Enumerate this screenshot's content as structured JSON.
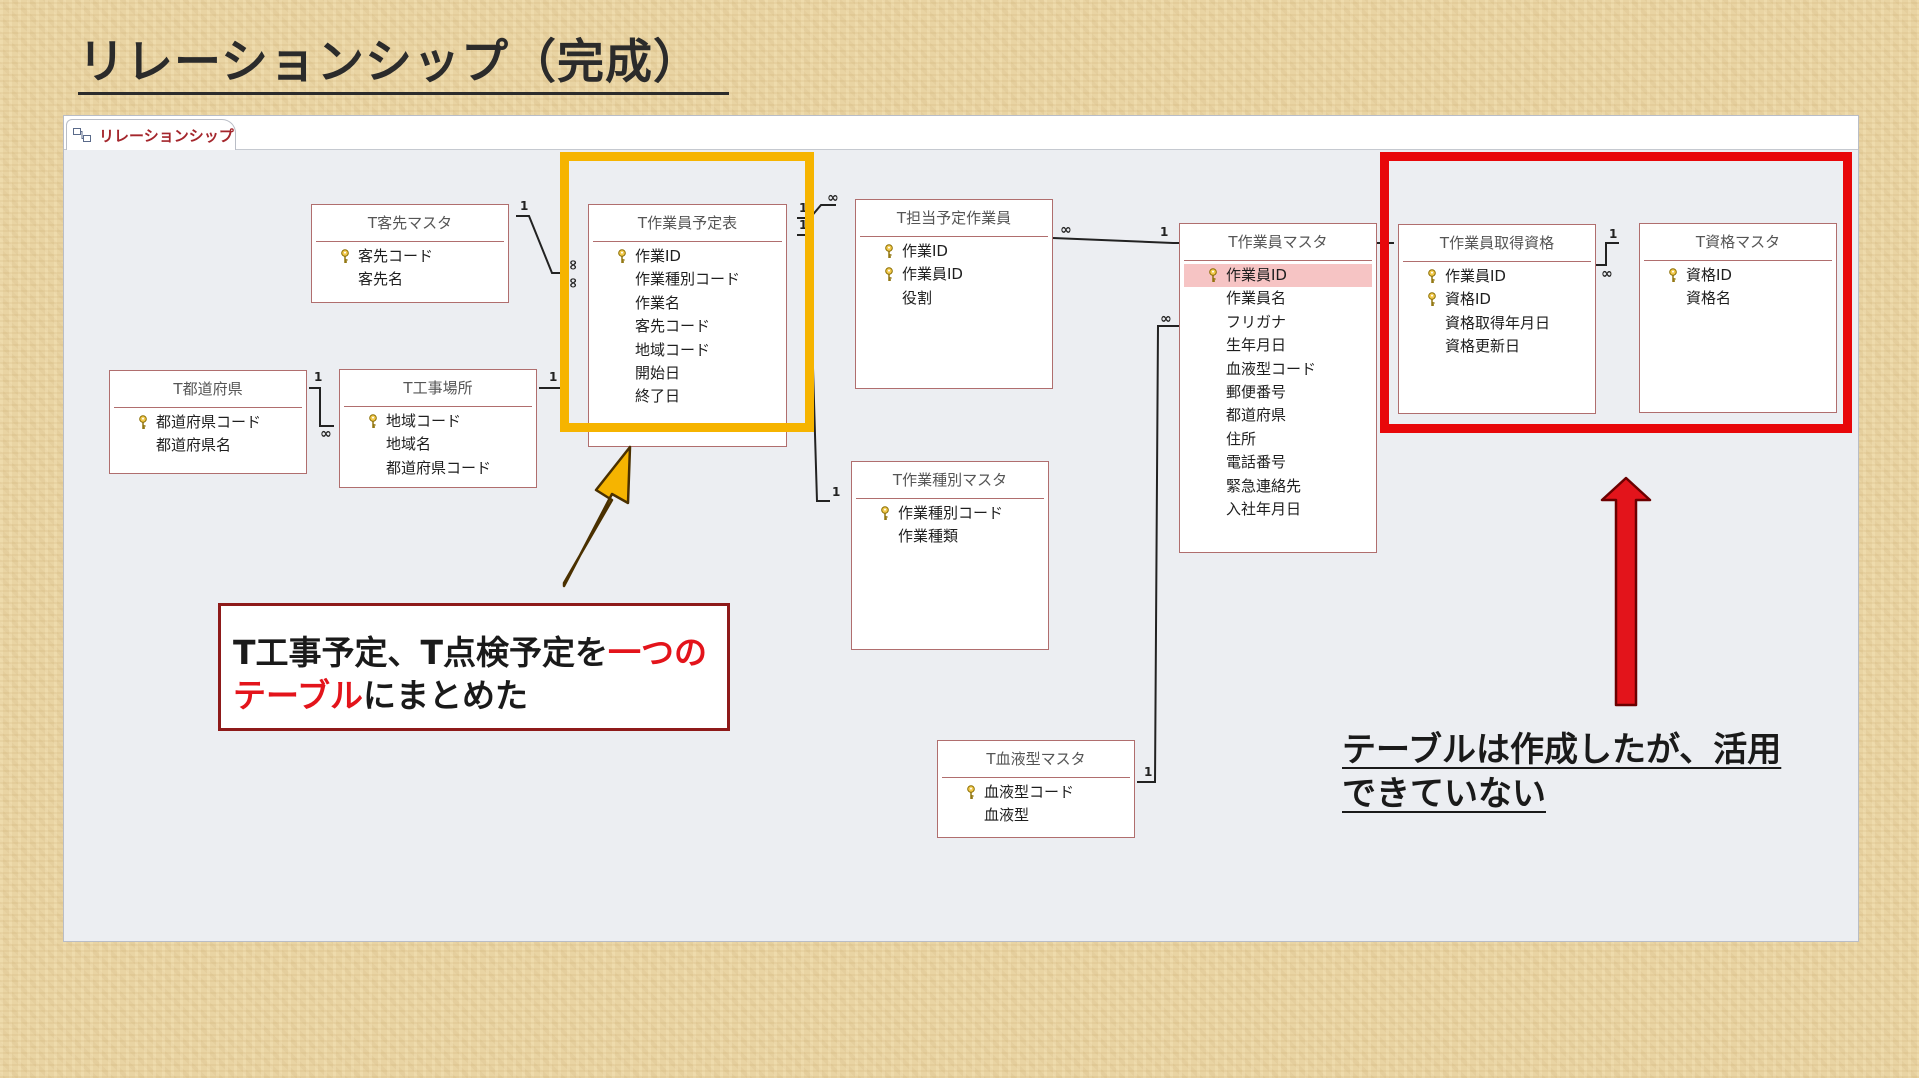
{
  "slide": {
    "title": "リレーションシップ（完成）"
  },
  "window": {
    "tab_label": "リレーションシップ",
    "tab_icon": "relationships-icon"
  },
  "tables": {
    "kyakusaki": {
      "title": "T客先マスタ",
      "fields": [
        {
          "name": "客先コード",
          "key": true
        },
        {
          "name": "客先名",
          "key": false
        }
      ]
    },
    "sagyoin_yotei": {
      "title": "T作業員予定表",
      "fields": [
        {
          "name": "作業ID",
          "key": true
        },
        {
          "name": "作業種別コード",
          "key": false
        },
        {
          "name": "作業名",
          "key": false
        },
        {
          "name": "客先コード",
          "key": false
        },
        {
          "name": "地域コード",
          "key": false
        },
        {
          "name": "開始日",
          "key": false
        },
        {
          "name": "終了日",
          "key": false
        }
      ]
    },
    "tanto_yotei": {
      "title": "T担当予定作業員",
      "fields": [
        {
          "name": "作業ID",
          "key": true
        },
        {
          "name": "作業員ID",
          "key": true
        },
        {
          "name": "役割",
          "key": false
        }
      ]
    },
    "sagyoin_master": {
      "title": "T作業員マスタ",
      "fields": [
        {
          "name": "作業員ID",
          "key": true,
          "selected": true
        },
        {
          "name": "作業員名",
          "key": false
        },
        {
          "name": "フリガナ",
          "key": false
        },
        {
          "name": "生年月日",
          "key": false
        },
        {
          "name": "血液型コード",
          "key": false
        },
        {
          "name": "郵便番号",
          "key": false
        },
        {
          "name": "都道府県",
          "key": false
        },
        {
          "name": "住所",
          "key": false
        },
        {
          "name": "電話番号",
          "key": false
        },
        {
          "name": "緊急連絡先",
          "key": false
        },
        {
          "name": "入社年月日",
          "key": false
        }
      ]
    },
    "shikaku_shutoku": {
      "title": "T作業員取得資格",
      "fields": [
        {
          "name": "作業員ID",
          "key": true
        },
        {
          "name": "資格ID",
          "key": true
        },
        {
          "name": "資格取得年月日",
          "key": false
        },
        {
          "name": "資格更新日",
          "key": false
        }
      ]
    },
    "shikaku_master": {
      "title": "T資格マスタ",
      "fields": [
        {
          "name": "資格ID",
          "key": true
        },
        {
          "name": "資格名",
          "key": false
        }
      ]
    },
    "todofuken": {
      "title": "T都道府県",
      "fields": [
        {
          "name": "都道府県コード",
          "key": true
        },
        {
          "name": "都道府県名",
          "key": false
        }
      ]
    },
    "kojibasho": {
      "title": "T工事場所",
      "fields": [
        {
          "name": "地域コード",
          "key": true
        },
        {
          "name": "地域名",
          "key": false
        },
        {
          "name": "都道府県コード",
          "key": false
        }
      ]
    },
    "sagyo_shubetsu": {
      "title": "T作業種別マスタ",
      "fields": [
        {
          "name": "作業種別コード",
          "key": true
        },
        {
          "name": "作業種類",
          "key": false
        }
      ]
    },
    "ketsuekigata": {
      "title": "T血液型マスタ",
      "fields": [
        {
          "name": "血液型コード",
          "key": true
        },
        {
          "name": "血液型",
          "key": false
        }
      ]
    }
  },
  "relationships": {
    "one": "1",
    "many": "∞"
  },
  "callout": {
    "part1": "T工事予定、T点検予定を",
    "part2_red": "一つのテーブル",
    "part3": "にまとめた"
  },
  "note": {
    "line1": "テーブルは作成したが、活用",
    "line2": "できていない"
  },
  "colors": {
    "orange_highlight": "#f6b400",
    "red_highlight": "#e8070a",
    "emphasis_red": "#e3141b",
    "table_border": "#b06e6e",
    "selected_row": "#f6c4c4"
  }
}
